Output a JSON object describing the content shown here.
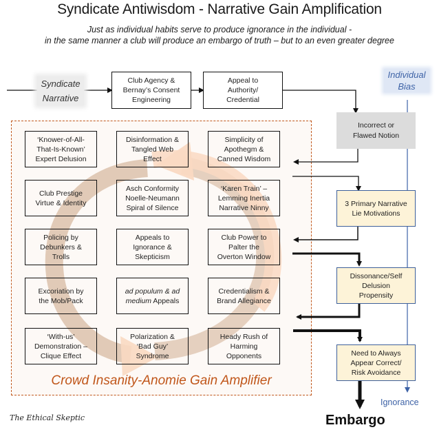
{
  "header": {
    "title": "Syndicate Antiwisdom - Narrative Gain Amplification",
    "subtitle_line1": "Just as individual habits serve to produce ignorance in the individual -",
    "subtitle_line2": "in the same manner a club will produce an embargo of truth – but to an even greater degree"
  },
  "input": {
    "label_line1": "Syndicate",
    "label_line2": "Narrative"
  },
  "top_flow": [
    {
      "line1": "Club Agency &",
      "line2": "Bernay’s Consent",
      "line3": "Engineering"
    },
    {
      "line1": "Appeal to",
      "line2": "Authority/",
      "line3": "Credential"
    }
  ],
  "bias": {
    "label_line1": "Individual",
    "label_line2": "Bias",
    "output": "Ignorance"
  },
  "right_chain": {
    "incorrect": {
      "line1": "Incorrect or",
      "line2": "Flawed Notion"
    },
    "motivations": {
      "line1": "3 Primary Narrative",
      "line2": "Lie Motivations"
    },
    "dissonance": {
      "line1": "Dissonance/Self",
      "line2": "Delusion",
      "line3": "Propensity"
    },
    "need": {
      "line1": "Need to Always",
      "line2": "Appear Correct/",
      "line3": "Risk Avoidance"
    },
    "output": "Embargo"
  },
  "amplifier": {
    "label": "Crowd Insanity-Anomie Gain Amplifier",
    "cells": [
      [
        "‘Knower-of-All-",
        "That-Is-Known’",
        "Expert Delusion"
      ],
      [
        "Disinformation &",
        "Tangled Web",
        "Effect"
      ],
      [
        "Simplicity of",
        "Apothegm &",
        "Canned Wisdom"
      ],
      [
        "Club Prestige",
        "Virtue & Identity"
      ],
      [
        "Asch Conformity",
        "Noelle-Neumann",
        "Spiral of Silence"
      ],
      [
        "‘Karen Train’ –",
        "Lemming Inertia",
        "Narrative Ninny"
      ],
      [
        "Policing by",
        "Debunkers &",
        "Trolls"
      ],
      [
        "Appeals to",
        "Ignorance &",
        "Skepticism"
      ],
      [
        "Club Power to",
        "Palter the",
        "Overton Window"
      ],
      [
        "Excoriation by",
        "the Mob/Pack"
      ],
      [
        "ad populum & ad",
        "medium Appeals"
      ],
      [
        "Credentialism &",
        "Brand Allegiance"
      ],
      [
        "‘With-us’",
        "Demonstration –",
        "Clique Effect"
      ],
      [
        "Polarization &",
        "‘Bad Guy’",
        "Syndrome"
      ],
      [
        "Heady Rush of",
        "Harming",
        "Opponents"
      ]
    ],
    "cell_10_italic": {
      "part1": "ad populum & ad",
      "part2_italic": "medium",
      "part2_rest": " Appeals"
    }
  },
  "footer": {
    "signature": "The Ethical Skeptic"
  },
  "colors": {
    "amplifier_border": "#c0561a",
    "amplifier_label": "#c0561a",
    "bias_line": "#3d62a6",
    "yellow_box_fill": "#fdf3d8",
    "yellow_box_border": "#3d5f9a",
    "grey_box_fill": "#dcdcdc",
    "cycle_arrow_dark": "#dcc2ac",
    "cycle_arrow_light": "#fad9c2"
  }
}
